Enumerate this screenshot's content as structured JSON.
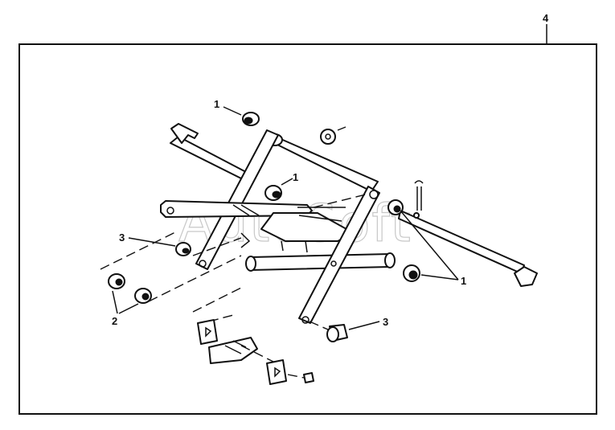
{
  "callouts": {
    "assembly": "4",
    "top_bushing": "1",
    "center_bushing": "1",
    "right_bushing": "1",
    "left_spacer": "3",
    "bottom_spacer": "3",
    "washers": "2"
  },
  "watermark": "AutoSoft"
}
